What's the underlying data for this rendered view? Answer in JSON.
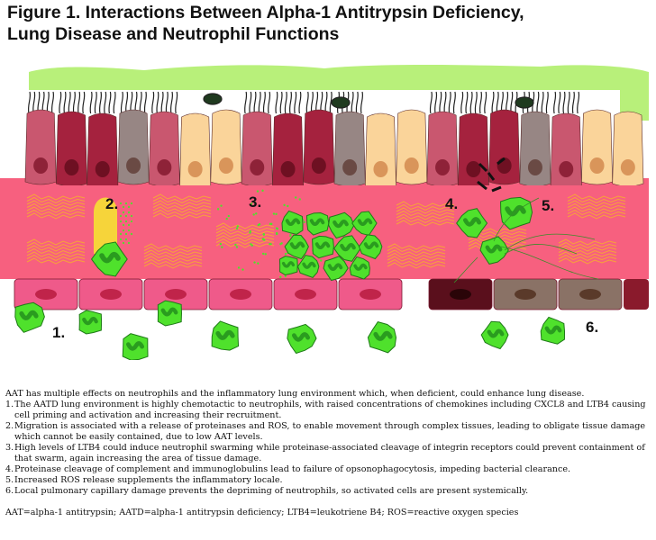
{
  "figure": {
    "title_line1": "Figure 1. Interactions Between Alpha-1 Antitrypsin Deficiency,",
    "title_line2": "Lung Disease and Neutrophil Functions"
  },
  "diagram_labels": {
    "label_1": "1.",
    "label_2": "2.",
    "label_3": "3.",
    "label_4": "4.",
    "label_5": "5.",
    "label_6": "6."
  },
  "caption": {
    "intro": "AAT has multiple effects on neutrophils and the inflammatory lung environment which, when deficient, could enhance lung disease.",
    "items": [
      {
        "num": "1.",
        "text": "The AATD lung environment is highly chemotactic to neutrophils, with raised concentrations of chemokines including CXCL8 and LTB4 causing cell priming and activation and increasing their recruitment."
      },
      {
        "num": "2.",
        "text": "Migration is associated with a release of proteinases and ROS, to enable movement through complex tissues, leading to obligate tissue damage which cannot be easily contained, due to low AAT levels."
      },
      {
        "num": "3.",
        "text": "High levels of LTB4 could induce neutrophil swarming while proteinase-associated cleavage of integrin receptors could prevent containment of that swarm, again increasing the area of tissue damage."
      },
      {
        "num": "4.",
        "text": "Proteinase cleavage of complement and immunoglobulins lead to failure of opsonophagocytosis, impeding bacterial clearance."
      },
      {
        "num": "5.",
        "text": "Increased ROS release supplements the inflammatory locale."
      },
      {
        "num": "6.",
        "text": "Local pulmonary capillary damage prevents the depriming of neutrophils, so activated cells are present systemically."
      }
    ],
    "abbreviations": "AAT=alpha-1 antitrypsin; AATD=alpha-1 antitrypsin deficiency; LTB4=leukotriene B4; ROS=reactive oxygen species"
  },
  "colors": {
    "mucus": "#b8f07a",
    "tissue": "#f7607f",
    "neutrophil": "#4fe12c",
    "neutrophil_nucleus": "#2a9c1f",
    "fibers": "#f7a23a",
    "cell_crimson": "#a5223e",
    "cell_rose": "#c9576f",
    "cell_cream": "#fad49a",
    "cell_grey": "#978684",
    "endothelial": "#ef5a8a"
  }
}
